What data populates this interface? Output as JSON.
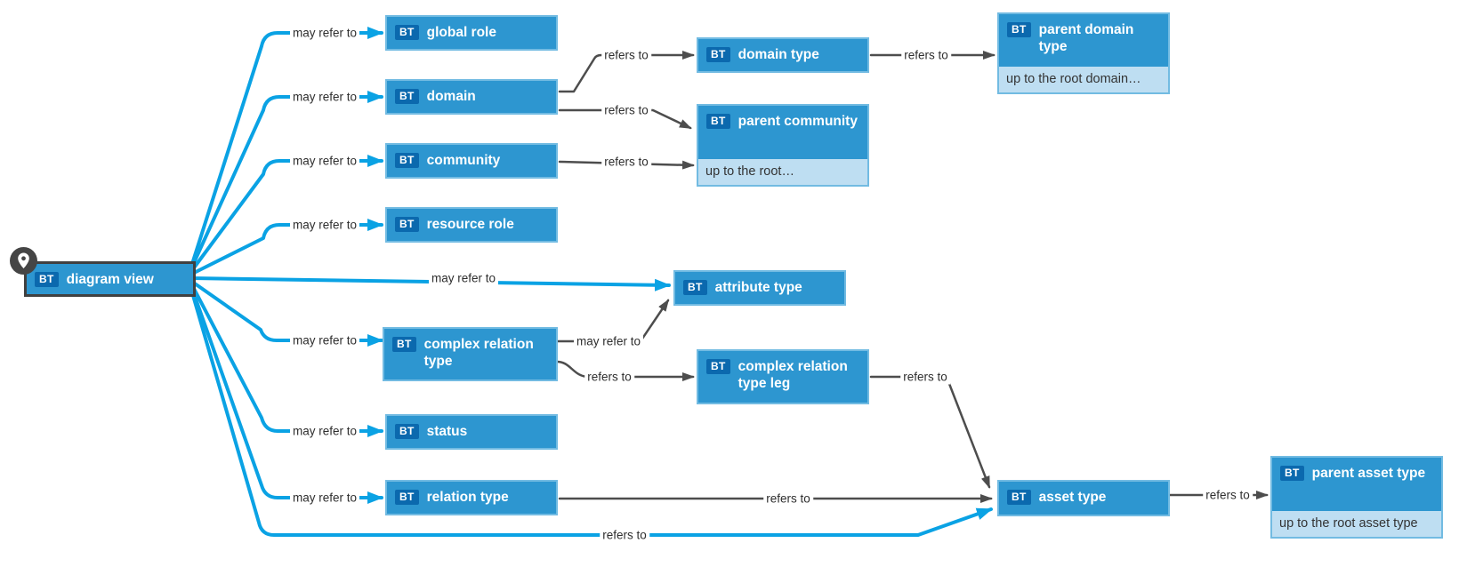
{
  "diagram": {
    "badge": "BT",
    "nodes": {
      "diagram_view": {
        "label": "diagram view",
        "selected": true
      },
      "global_role": {
        "label": "global role"
      },
      "domain": {
        "label": "domain"
      },
      "community": {
        "label": "community"
      },
      "resource_role": {
        "label": "resource role"
      },
      "attribute_type": {
        "label": "attribute type"
      },
      "complex_relation_type": {
        "label": "complex relation type"
      },
      "status": {
        "label": "status"
      },
      "relation_type": {
        "label": "relation type"
      },
      "domain_type": {
        "label": "domain type"
      },
      "parent_community": {
        "label": "parent community",
        "note": "up to the root…"
      },
      "complex_relation_type_leg": {
        "label": "complex relation type leg"
      },
      "asset_type": {
        "label": "asset type"
      },
      "parent_domain_type": {
        "label": "parent domain type",
        "note": "up to the root domain…"
      },
      "parent_asset_type": {
        "label": "parent asset type",
        "note": "up to the root asset type"
      }
    },
    "edges": [
      {
        "from": "diagram_view",
        "to": "global_role",
        "label": "may refer to",
        "line": "cyan"
      },
      {
        "from": "diagram_view",
        "to": "domain",
        "label": "may refer to",
        "line": "cyan"
      },
      {
        "from": "diagram_view",
        "to": "community",
        "label": "may refer to",
        "line": "cyan"
      },
      {
        "from": "diagram_view",
        "to": "resource_role",
        "label": "may refer to",
        "line": "cyan"
      },
      {
        "from": "diagram_view",
        "to": "attribute_type",
        "label": "may refer to",
        "line": "cyan"
      },
      {
        "from": "diagram_view",
        "to": "complex_relation_type",
        "label": "may refer to",
        "line": "cyan"
      },
      {
        "from": "diagram_view",
        "to": "status",
        "label": "may refer to",
        "line": "cyan"
      },
      {
        "from": "diagram_view",
        "to": "relation_type",
        "label": "may refer to",
        "line": "cyan"
      },
      {
        "from": "diagram_view",
        "to": "asset_type",
        "label": "refers to",
        "line": "cyan"
      },
      {
        "from": "domain",
        "to": "domain_type",
        "label": "refers to",
        "line": "gray"
      },
      {
        "from": "domain",
        "to": "parent_community",
        "label": "refers to",
        "line": "gray"
      },
      {
        "from": "community",
        "to": "parent_community",
        "label": "refers to",
        "line": "gray"
      },
      {
        "from": "complex_relation_type",
        "to": "attribute_type",
        "label": "may refer to",
        "line": "gray"
      },
      {
        "from": "complex_relation_type",
        "to": "complex_relation_type_leg",
        "label": "refers to",
        "line": "gray"
      },
      {
        "from": "complex_relation_type_leg",
        "to": "asset_type",
        "label": "refers to",
        "line": "gray"
      },
      {
        "from": "relation_type",
        "to": "asset_type",
        "label": "refers to",
        "line": "gray"
      },
      {
        "from": "asset_type",
        "to": "parent_asset_type",
        "label": "refers to",
        "line": "gray"
      },
      {
        "from": "domain_type",
        "to": "parent_domain_type",
        "label": "refers to",
        "line": "gray"
      }
    ],
    "colors": {
      "node_fill": "#2D96D0",
      "node_border": "#72BBE2",
      "badge_bg": "#0B69AE",
      "subrow_bg": "#BEDEF2",
      "edge_may_refer": "#0AA2E4",
      "edge_refers": "#4D4D4D",
      "selected_border": "#404040"
    }
  }
}
